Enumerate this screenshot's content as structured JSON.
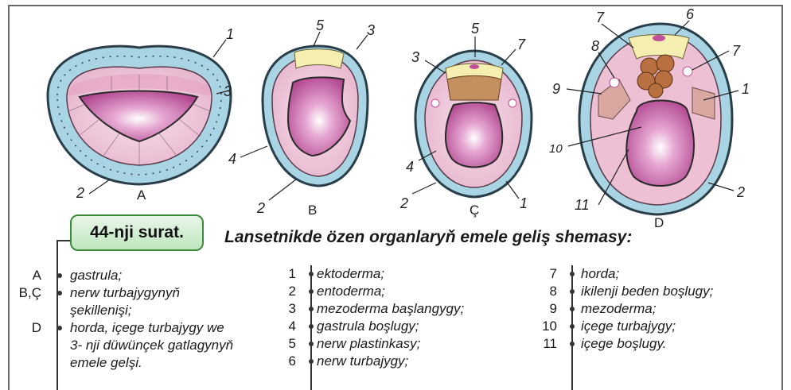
{
  "figure": {
    "badge": "44-nji surat.",
    "title": "Lansetnikde özen organlaryň emele geliş shemasy:"
  },
  "stages": [
    {
      "id": "A",
      "labels": [
        "1",
        "3",
        "2"
      ]
    },
    {
      "id": "B",
      "labels": [
        "5",
        "3",
        "4",
        "2"
      ]
    },
    {
      "id": "Ç",
      "labels": [
        "5",
        "3",
        "7",
        "4",
        "2",
        "1"
      ]
    },
    {
      "id": "D",
      "labels": [
        "7",
        "6",
        "8",
        "7",
        "9",
        "1",
        "10",
        "11",
        "2"
      ]
    }
  ],
  "legend_stages": [
    {
      "key": "A",
      "text": "gastrula;"
    },
    {
      "key": "B,Ç",
      "text": "nerw turbajygynyň"
    },
    {
      "key": "",
      "text": "şekillenişi;"
    },
    {
      "key": "D",
      "text": "horda, içege turbajygy we"
    },
    {
      "key": "",
      "text": "3- nji düwünçek gatlagynyň"
    },
    {
      "key": "",
      "text": "emele gelşi."
    }
  ],
  "legend_parts_1": [
    {
      "key": "1",
      "text": "ektoderma;"
    },
    {
      "key": "2",
      "text": "entoderma;"
    },
    {
      "key": "3",
      "text": "mezoderma başlangygy;"
    },
    {
      "key": "4",
      "text": "gastrula boşlugy;"
    },
    {
      "key": "5",
      "text": "nerw plastinkasy;"
    },
    {
      "key": "6",
      "text": "nerw turbajygy;"
    }
  ],
  "legend_parts_2": [
    {
      "key": "7",
      "text": "horda;"
    },
    {
      "key": "8",
      "text": "ikilenji beden boşlugy;"
    },
    {
      "key": "9",
      "text": "mezoderma;"
    },
    {
      "key": "10",
      "text": "içege turbajygy;"
    },
    {
      "key": "11",
      "text": "içege boşlugy."
    }
  ],
  "colors": {
    "ecto": "#a8d4e4",
    "ecto_edge": "#2a3e4a",
    "endo": "#f2c8dc",
    "cavity": "#c0509a",
    "neural": "#f4eeb0",
    "notochord": "#b87040",
    "meso": "#d8a8a0",
    "frame": "#6a6a6a",
    "badge": "#3c8a3c"
  }
}
